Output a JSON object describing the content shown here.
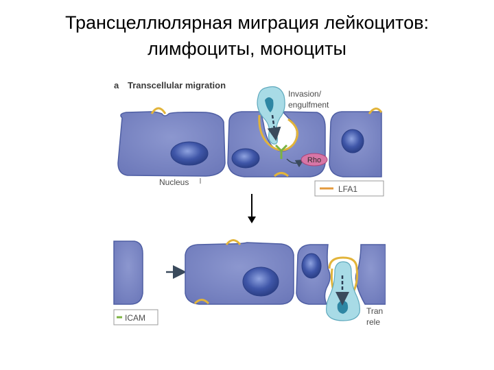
{
  "slide": {
    "title_line1": "Трансцеллюлярная миграция лейкоцитов:",
    "title_line2": "лимфоциты, моноциты"
  },
  "figure": {
    "panel_letter": "a",
    "panel_title": "Transcellular migration",
    "labels": {
      "invasion_line1": "Invasion/",
      "invasion_line2": "engulfment",
      "rho": "Rho",
      "nucleus": "Nucleus",
      "lfa1": "LFA1",
      "icam": "ICAM",
      "release_line1": "Tran",
      "release_line2": "rele"
    },
    "colors": {
      "cell_fill": "#7a86c4",
      "cell_stroke": "#4e5ea3",
      "nucleus_fill": "#3f56a8",
      "leukocyte_fill": "#a8dbe6",
      "leukocyte_core": "#2e86a3",
      "membrane_yellow": "#e2b43a",
      "lfa1_orange": "#e39a3c",
      "icam_green": "#7cb341",
      "rho_fill": "#d776a6",
      "arrow_dark": "#3a4a5c"
    }
  }
}
